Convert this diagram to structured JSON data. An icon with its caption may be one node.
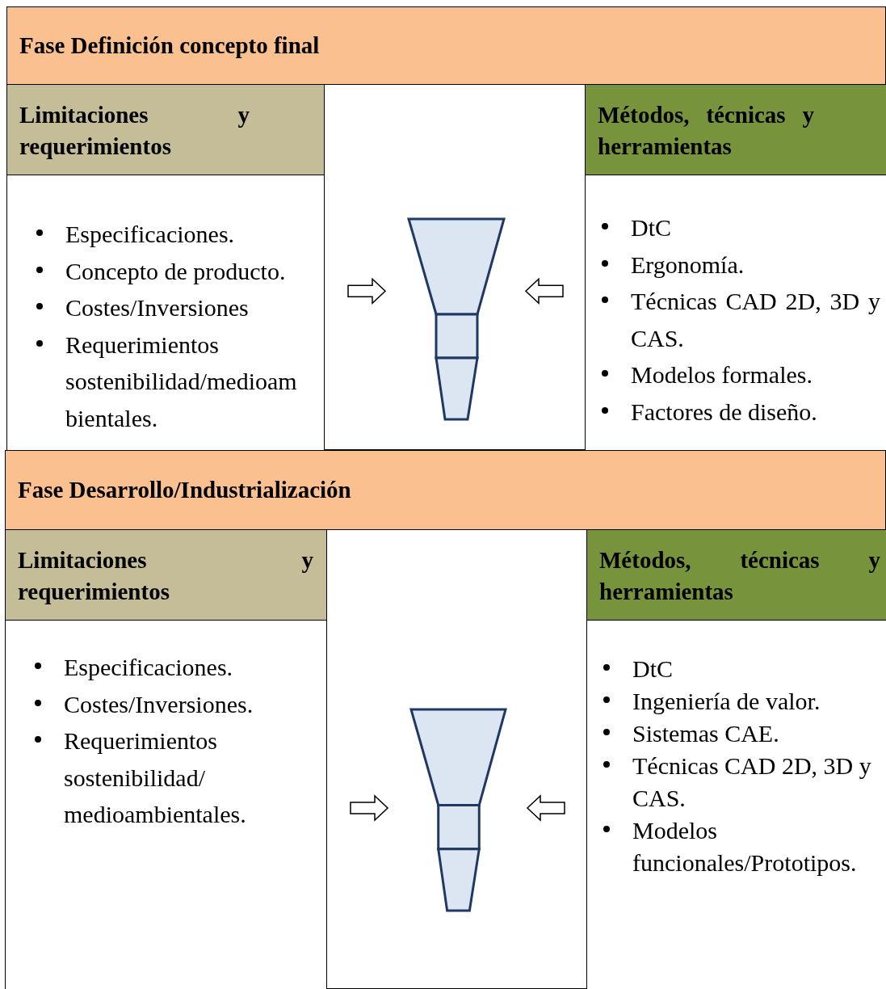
{
  "diagram": {
    "nodes": [
      {
        "text": [
          "Fase Definición concepto final"
        ]
      },
      {
        "text": [
          "Limitaciones y requerimientos",
          "Especificaciones.",
          "Concepto de producto.",
          "Costes/Inversiones",
          "Requerimientos sostenibilidad/medioambientales."
        ],
        "in": 0
      },
      {
        "text": [],
        "shape": "funnel",
        "in": 0
      },
      {
        "text": [
          "Métodos, técnicas y herramientas",
          "DtC",
          "Ergonomía.",
          "Técnicas CAD 2D, 3D y CAS.",
          "Modelos formales.",
          "Factores de diseño."
        ],
        "in": 0
      },
      {
        "text": [
          "Fase Desarrollo/Industrialización"
        ]
      },
      {
        "text": [
          "Limitaciones y requerimientos",
          "Especificaciones.",
          "Costes/Inversiones.",
          "Requerimientos sostenibilidad/ medioambientales."
        ],
        "in": 4
      },
      {
        "text": [],
        "shape": "funnel",
        "in": 4
      },
      {
        "text": [
          "Métodos, técnicas y herramientas",
          "DtC",
          "Ingeniería de valor.",
          "Sistemas CAE.",
          "Técnicas CAD 2D, 3D y CAS.",
          "Modelos funcionales/Prototipos."
        ],
        "in": 4
      }
    ],
    "edges": [
      {
        "from": 1,
        "to": 2,
        "arrow": "to"
      },
      {
        "from": 3,
        "to": 2,
        "arrow": "to"
      },
      {
        "from": 5,
        "to": 6,
        "arrow": "to"
      },
      {
        "from": 7,
        "to": 6,
        "arrow": "to"
      }
    ]
  }
}
